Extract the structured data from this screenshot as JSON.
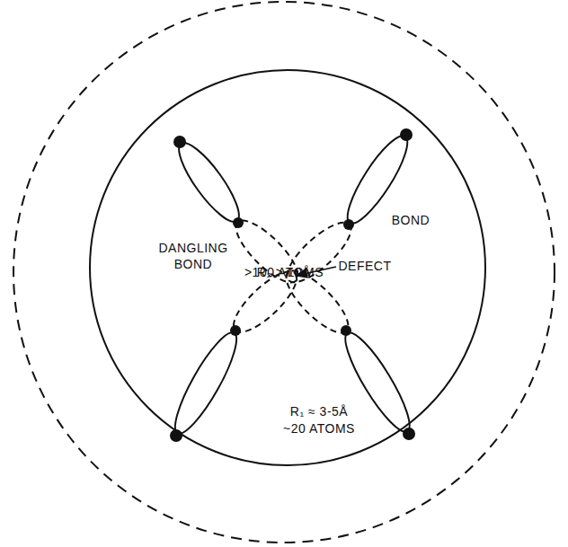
{
  "diagram": {
    "nodes": [
      {
        "text": [
          "R₂ > 10Å",
          ">100 ATOMS"
        ]
      },
      {
        "text": [
          "R₁ ≈ 3-5Å",
          "~20 ATOMS"
        ],
        "in": 0
      }
    ],
    "labels": [
      "DANGLING BOND",
      "BOND",
      "DEFECT"
    ]
  }
}
